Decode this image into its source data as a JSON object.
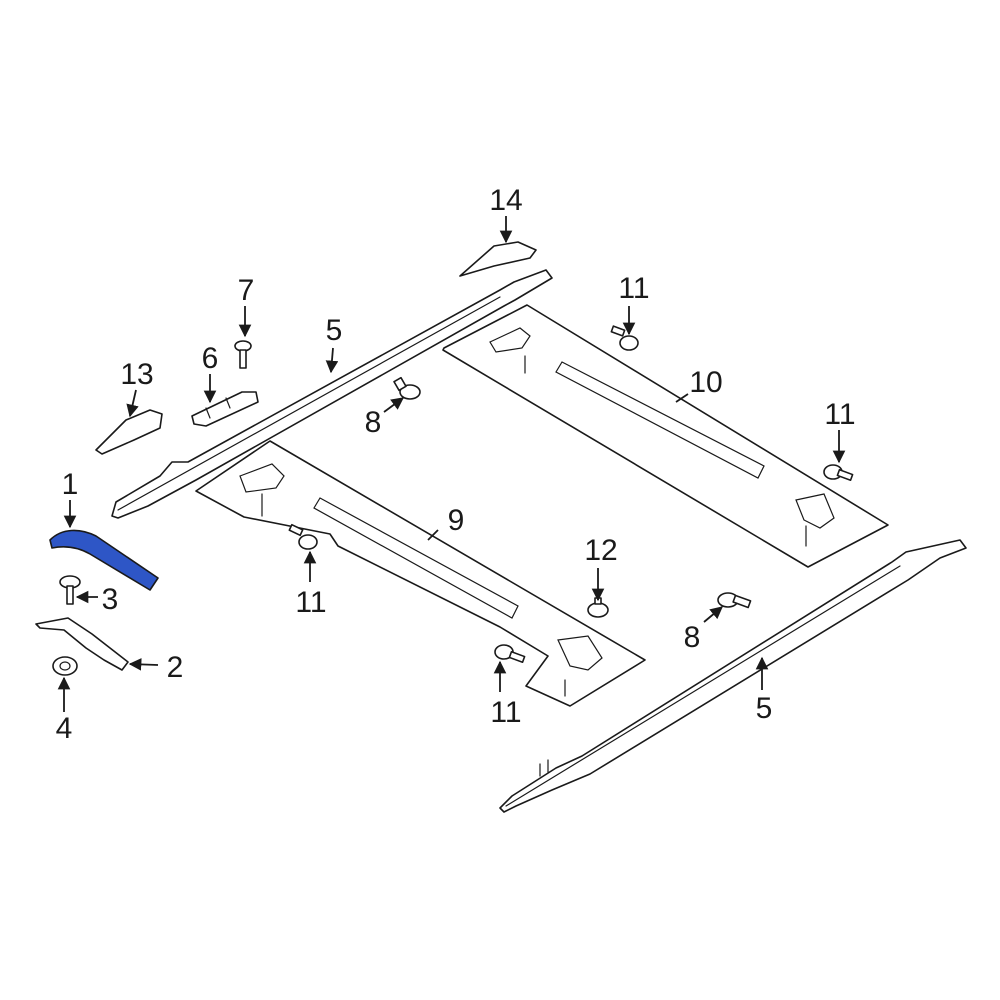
{
  "diagram": {
    "highlight_color": "#2e56c6",
    "line_color": "#1a1a1a",
    "callouts": {
      "c1": "1",
      "c2": "2",
      "c3": "3",
      "c4": "4",
      "c5a": "5",
      "c5b": "5",
      "c6": "6",
      "c7": "7",
      "c8a": "8",
      "c8b": "8",
      "c9": "9",
      "c10": "10",
      "c11a": "11",
      "c11b": "11",
      "c11c": "11",
      "c11d": "11",
      "c12": "12",
      "c13": "13",
      "c14": "14"
    }
  }
}
